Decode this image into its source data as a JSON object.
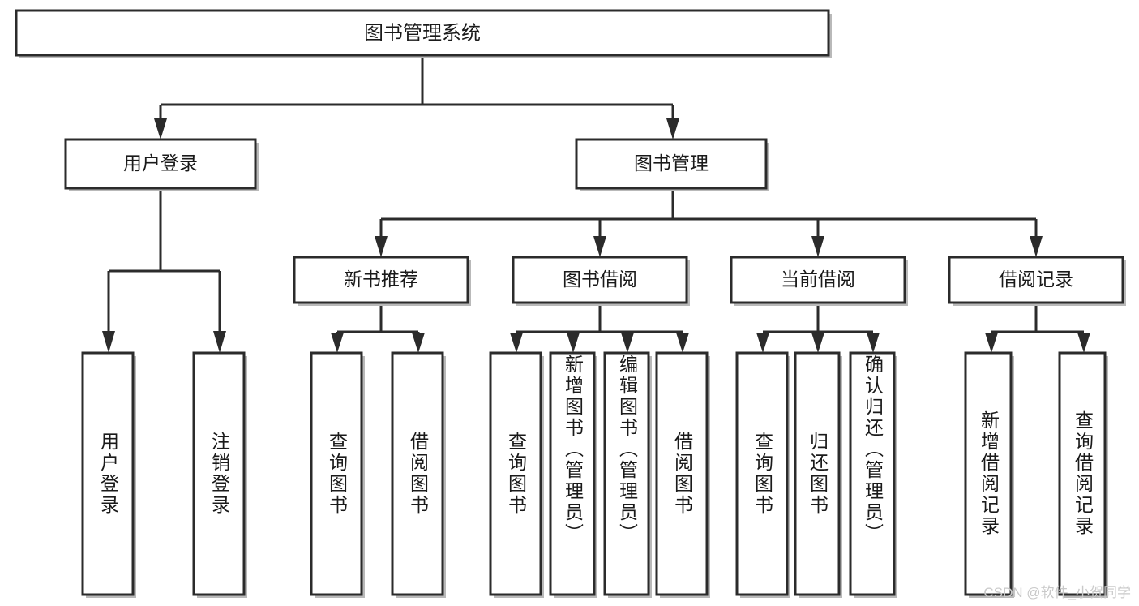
{
  "diagram": {
    "title": "图书管理系统",
    "type": "tree-hierarchy-chart",
    "watermark": "CSDN @软件_小贺同学",
    "colors": {
      "background": "#ffffff",
      "box_stroke": "#2b2b2b",
      "box_fill": "#ffffff",
      "connector": "#2b2b2b",
      "text": "#1a1a1a",
      "watermark_text": "#c9c9c9"
    },
    "levels": {
      "root": "图书管理系统",
      "level2": [
        "用户登录",
        "图书管理"
      ],
      "level3": [
        "新书推荐",
        "图书借阅",
        "当前借阅",
        "借阅记录"
      ],
      "leaves": [
        "用户登录",
        "注销登录",
        "查询图书",
        "借阅图书",
        "查询图书",
        "新增图书（管理员）",
        "编辑图书（管理员）",
        "借阅图书",
        "查询图书",
        "归还图书",
        "确认归还（管理员）",
        "新增借阅记录",
        "查询借阅记录"
      ]
    },
    "nodes": {
      "root": {
        "label": "图书管理系统"
      },
      "user_login": {
        "label": "用户登录"
      },
      "book_manage": {
        "label": "图书管理"
      },
      "new_book_rec": {
        "label": "新书推荐"
      },
      "book_borrow": {
        "label": "图书借阅"
      },
      "current_borrow": {
        "label": "当前借阅"
      },
      "borrow_record": {
        "label": "借阅记录"
      },
      "leaf_user_login": {
        "label": "用户登录"
      },
      "leaf_logout": {
        "label": "注销登录"
      },
      "leaf_query_book_1": {
        "label": "查询图书"
      },
      "leaf_borrow_book_1": {
        "label": "借阅图书"
      },
      "leaf_query_book_2": {
        "label": "查询图书"
      },
      "leaf_add_book": {
        "label": "新增图书（管理员）"
      },
      "leaf_edit_book": {
        "label": "编辑图书（管理员）"
      },
      "leaf_borrow_book_2": {
        "label": "借阅图书"
      },
      "leaf_query_book_3": {
        "label": "查询图书"
      },
      "leaf_return_book": {
        "label": "归还图书"
      },
      "leaf_confirm_return": {
        "label": "确认归还（管理员）"
      },
      "leaf_add_record": {
        "label": "新增借阅记录"
      },
      "leaf_query_record": {
        "label": "查询借阅记录"
      }
    }
  }
}
